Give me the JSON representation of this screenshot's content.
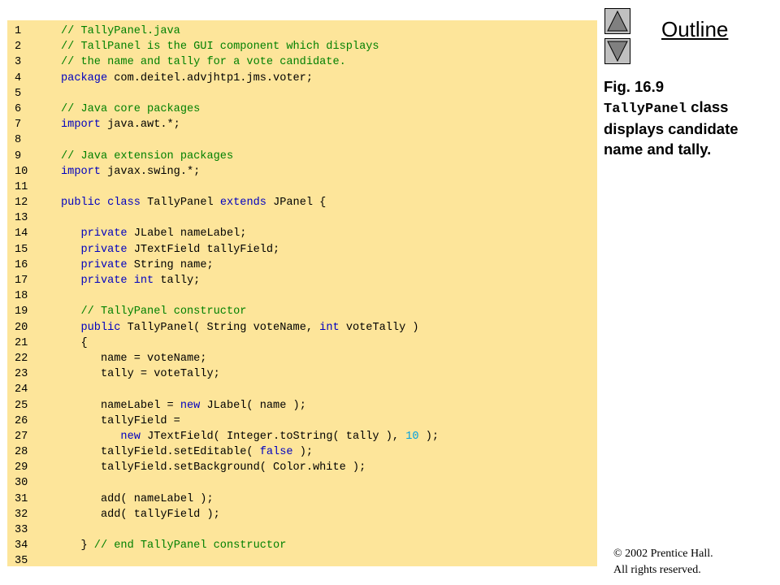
{
  "nav": {
    "outline_label": "Outline",
    "up_icon": "triangle-up-icon",
    "down_icon": "triangle-down-icon"
  },
  "caption": {
    "fig_label": "Fig. 16.9",
    "class_name": "TallyPanel",
    "text_after_class": " class displays candidate name and tally."
  },
  "copyright": {
    "line1": "© 2002 Prentice Hall.",
    "line2": "All rights reserved."
  },
  "colors": {
    "code_background": "#fde59a",
    "comment": "#008000",
    "keyword": "#0000c0",
    "number": "#00a0e0"
  },
  "code": [
    {
      "n": "1",
      "tokens": [
        {
          "t": "// TallyPanel.java",
          "c": "comment"
        }
      ]
    },
    {
      "n": "2",
      "tokens": [
        {
          "t": "// TallPanel is the GUI component which displays",
          "c": "comment"
        }
      ]
    },
    {
      "n": "3",
      "tokens": [
        {
          "t": "// the name and tally for a vote candidate.",
          "c": "comment"
        }
      ]
    },
    {
      "n": "4",
      "tokens": [
        {
          "t": "package",
          "c": "keyword"
        },
        {
          "t": " com.deitel.advjhtp1.jms.voter;",
          "c": "plain"
        }
      ]
    },
    {
      "n": "5",
      "tokens": []
    },
    {
      "n": "6",
      "tokens": [
        {
          "t": "// Java core packages",
          "c": "comment"
        }
      ]
    },
    {
      "n": "7",
      "tokens": [
        {
          "t": "import",
          "c": "keyword"
        },
        {
          "t": " java.awt.*;",
          "c": "plain"
        }
      ]
    },
    {
      "n": "8",
      "tokens": []
    },
    {
      "n": "9",
      "tokens": [
        {
          "t": "// Java extension packages",
          "c": "comment"
        }
      ]
    },
    {
      "n": "10",
      "tokens": [
        {
          "t": "import",
          "c": "keyword"
        },
        {
          "t": " javax.swing.*;",
          "c": "plain"
        }
      ]
    },
    {
      "n": "11",
      "tokens": []
    },
    {
      "n": "12",
      "tokens": [
        {
          "t": "public class",
          "c": "keyword"
        },
        {
          "t": " TallyPanel ",
          "c": "plain"
        },
        {
          "t": "extends",
          "c": "keyword"
        },
        {
          "t": " JPanel {",
          "c": "plain"
        }
      ]
    },
    {
      "n": "13",
      "tokens": []
    },
    {
      "n": "14",
      "tokens": [
        {
          "t": "   ",
          "c": "plain"
        },
        {
          "t": "private",
          "c": "keyword"
        },
        {
          "t": " JLabel nameLabel;",
          "c": "plain"
        }
      ]
    },
    {
      "n": "15",
      "tokens": [
        {
          "t": "   ",
          "c": "plain"
        },
        {
          "t": "private",
          "c": "keyword"
        },
        {
          "t": " JTextField tallyField;",
          "c": "plain"
        }
      ]
    },
    {
      "n": "16",
      "tokens": [
        {
          "t": "   ",
          "c": "plain"
        },
        {
          "t": "private",
          "c": "keyword"
        },
        {
          "t": " String name;",
          "c": "plain"
        }
      ]
    },
    {
      "n": "17",
      "tokens": [
        {
          "t": "   ",
          "c": "plain"
        },
        {
          "t": "private int",
          "c": "keyword"
        },
        {
          "t": " tally;",
          "c": "plain"
        }
      ]
    },
    {
      "n": "18",
      "tokens": []
    },
    {
      "n": "19",
      "tokens": [
        {
          "t": "   ",
          "c": "plain"
        },
        {
          "t": "// TallyPanel constructor",
          "c": "comment"
        }
      ]
    },
    {
      "n": "20",
      "tokens": [
        {
          "t": "   ",
          "c": "plain"
        },
        {
          "t": "public",
          "c": "keyword"
        },
        {
          "t": " TallyPanel( String voteName, ",
          "c": "plain"
        },
        {
          "t": "int",
          "c": "keyword"
        },
        {
          "t": " voteTally )",
          "c": "plain"
        }
      ]
    },
    {
      "n": "21",
      "tokens": [
        {
          "t": "   {",
          "c": "plain"
        }
      ]
    },
    {
      "n": "22",
      "tokens": [
        {
          "t": "      name = voteName;",
          "c": "plain"
        }
      ]
    },
    {
      "n": "23",
      "tokens": [
        {
          "t": "      tally = voteTally;",
          "c": "plain"
        }
      ]
    },
    {
      "n": "24",
      "tokens": []
    },
    {
      "n": "25",
      "tokens": [
        {
          "t": "      nameLabel = ",
          "c": "plain"
        },
        {
          "t": "new",
          "c": "keyword"
        },
        {
          "t": " JLabel( name );",
          "c": "plain"
        }
      ]
    },
    {
      "n": "26",
      "tokens": [
        {
          "t": "      tallyField =",
          "c": "plain"
        }
      ]
    },
    {
      "n": "27",
      "tokens": [
        {
          "t": "         ",
          "c": "plain"
        },
        {
          "t": "new",
          "c": "keyword"
        },
        {
          "t": " JTextField( Integer.toString( tally ), ",
          "c": "plain"
        },
        {
          "t": "10",
          "c": "number"
        },
        {
          "t": " );",
          "c": "plain"
        }
      ]
    },
    {
      "n": "28",
      "tokens": [
        {
          "t": "      tallyField.setEditable( ",
          "c": "plain"
        },
        {
          "t": "false",
          "c": "keyword"
        },
        {
          "t": " );",
          "c": "plain"
        }
      ]
    },
    {
      "n": "29",
      "tokens": [
        {
          "t": "      tallyField.setBackground( Color.white );",
          "c": "plain"
        }
      ]
    },
    {
      "n": "30",
      "tokens": []
    },
    {
      "n": "31",
      "tokens": [
        {
          "t": "      add( nameLabel );",
          "c": "plain"
        }
      ]
    },
    {
      "n": "32",
      "tokens": [
        {
          "t": "      add( tallyField );",
          "c": "plain"
        }
      ]
    },
    {
      "n": "33",
      "tokens": []
    },
    {
      "n": "34",
      "tokens": [
        {
          "t": "   } ",
          "c": "plain"
        },
        {
          "t": "// end TallyPanel constructor",
          "c": "comment"
        }
      ]
    },
    {
      "n": "35",
      "tokens": []
    }
  ]
}
